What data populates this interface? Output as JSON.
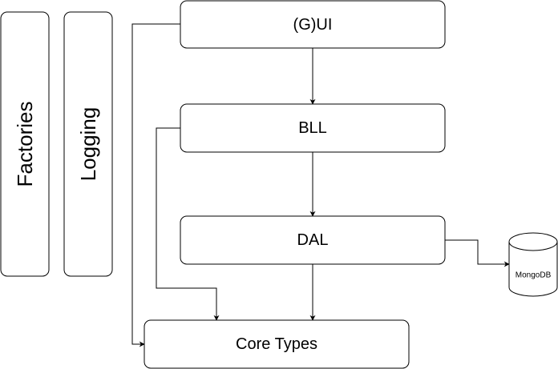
{
  "diagram": {
    "nodes": {
      "gui": "(G)UI",
      "bll": "BLL",
      "dal": "DAL",
      "core": "Core Types",
      "factories": "Factories",
      "logging": "Logging",
      "mongodb": "MongoDB"
    },
    "edges": [
      {
        "from": "gui",
        "to": "bll"
      },
      {
        "from": "bll",
        "to": "dal"
      },
      {
        "from": "dal",
        "to": "core"
      },
      {
        "from": "bll",
        "to": "core"
      },
      {
        "from": "gui",
        "to": "core"
      },
      {
        "from": "dal",
        "to": "mongodb"
      }
    ]
  }
}
